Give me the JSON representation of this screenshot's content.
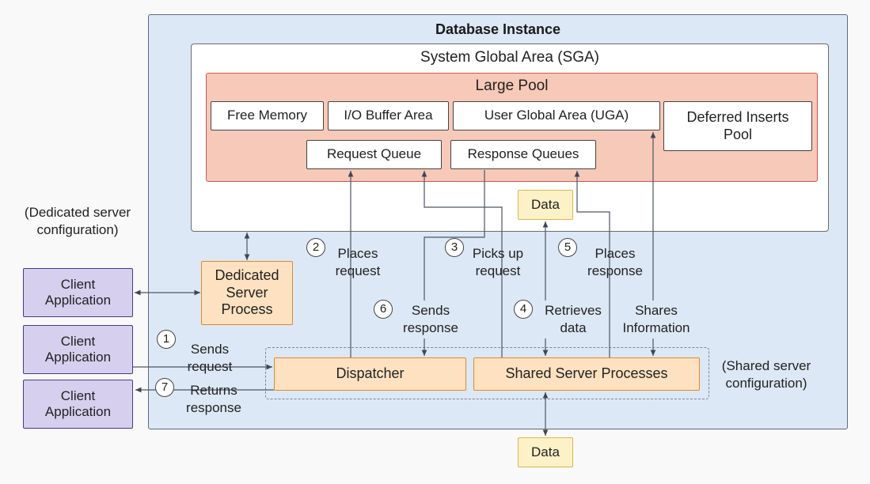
{
  "instance": {
    "title": "Database Instance"
  },
  "sga": {
    "title": "System Global Area (SGA)"
  },
  "large_pool": {
    "title": "Large Pool",
    "free_memory": "Free Memory",
    "io_buffer": "I/O Buffer Area",
    "uga": "User Global Area (UGA)",
    "deferred_inserts": "Deferred Inserts Pool",
    "request_queue": "Request Queue",
    "response_queues": "Response Queues"
  },
  "data_inside": "Data",
  "data_outside": "Data",
  "dedicated": {
    "note": "(Dedicated server configuration)",
    "process": "Dedicated Server Process"
  },
  "clients": [
    "Client Application",
    "Client Application",
    "Client Application"
  ],
  "dispatcher": "Dispatcher",
  "shared_processes": "Shared Server Processes",
  "shared_note": "(Shared server configuration)",
  "steps": {
    "s1": {
      "num": "1",
      "text": "Sends request"
    },
    "s2": {
      "num": "2",
      "text": "Places request"
    },
    "s3": {
      "num": "3",
      "text": "Picks up request"
    },
    "s4": {
      "num": "4",
      "text": "Retrieves data"
    },
    "s5": {
      "num": "5",
      "text": "Places response"
    },
    "s6": {
      "num": "6",
      "text": "Sends response"
    },
    "s7": {
      "num": "7",
      "text": "Returns response"
    },
    "shares": "Shares Information"
  }
}
